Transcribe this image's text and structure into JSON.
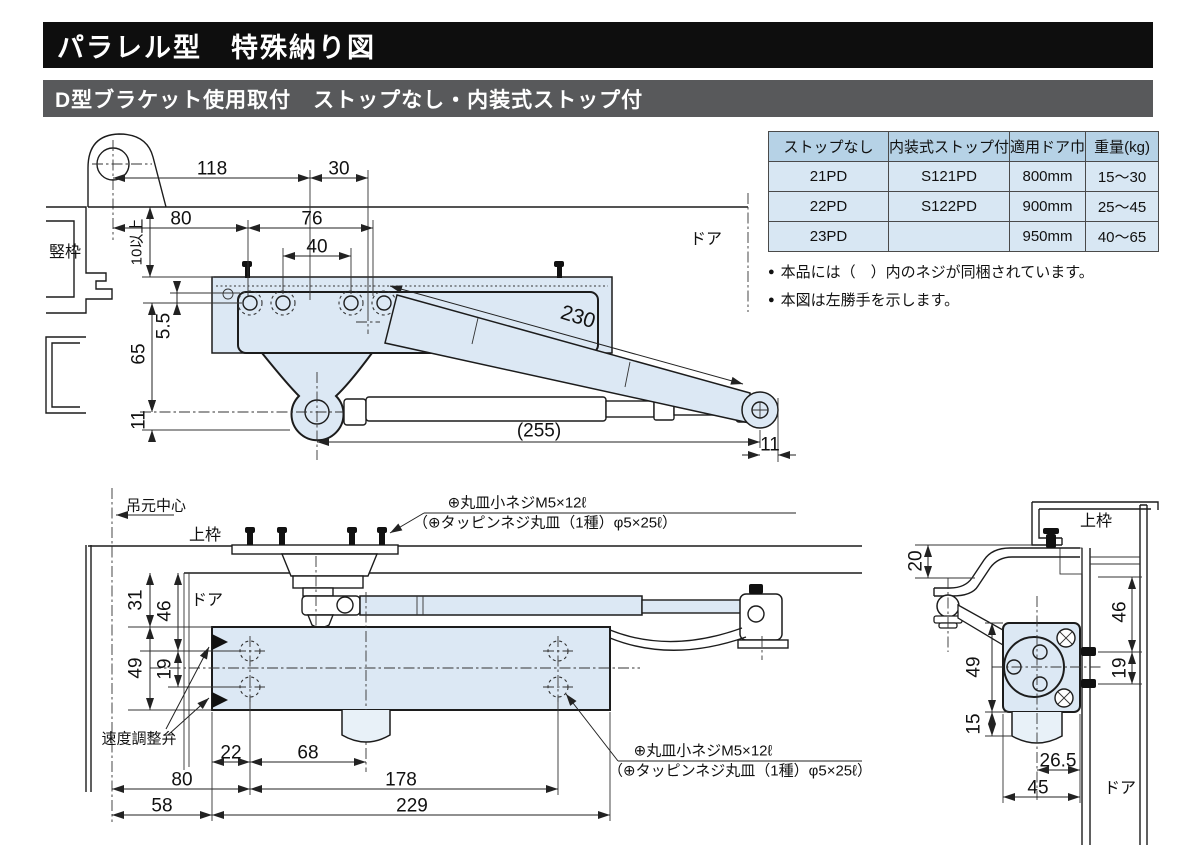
{
  "page": {
    "title": "パラレル型　特殊納り図",
    "subtitle": "D型ブラケット使用取付　ストップなし・内装式ストップ付"
  },
  "spec_table": {
    "headers": [
      "ストップなし",
      "内装式ストップ付",
      "適用ドア巾",
      "重量(kg)"
    ],
    "rows": [
      [
        "21PD",
        "S121PD",
        "800mm",
        "15〜30"
      ],
      [
        "22PD",
        "S122PD",
        "900mm",
        "25〜45"
      ],
      [
        "23PD",
        "",
        "950mm",
        "40〜65"
      ]
    ]
  },
  "notes": [
    "本品には（　）内のネジが同梱されています。",
    "本図は左勝手を示します。"
  ],
  "top_view": {
    "frame_label": "竪枠",
    "door_label": "ドア",
    "dims": {
      "d118": "118",
      "d30": "30",
      "d80": "80",
      "d76": "76",
      "d40": "40",
      "d10min": "10以上",
      "d5_5": "5.5",
      "d65": "65",
      "d11": "11",
      "d230": "230",
      "d255": "(255)",
      "d11b": "11"
    }
  },
  "bottom_view": {
    "hinge_center_label": "吊元中心",
    "top_frame_label": "上枠",
    "door_label": "ドア",
    "valve_label": "速度調整弁",
    "screw_note": {
      "line1": "⊕丸皿小ネジM5×12ℓ",
      "line2": "（⊕タッピンネジ丸皿（1種）φ5×25ℓ）"
    },
    "dims": {
      "d31": "31",
      "d46": "46",
      "d49": "49",
      "d19": "19",
      "d22": "22",
      "d68": "68",
      "d80": "80",
      "d178": "178",
      "d58": "58",
      "d229": "229"
    }
  },
  "side_view": {
    "top_frame_label": "上枠",
    "door_label": "ドア",
    "dims": {
      "d20": "20",
      "d46": "46",
      "d19": "19",
      "d49": "49",
      "d15": "15",
      "d26_5": "26.5",
      "d45": "45"
    }
  },
  "colors": {
    "title_bar_bg": "#0e0e0e",
    "subtitle_bar_bg": "#58595b",
    "closer_fill": "#dce8f4",
    "table_header_bg": "#b6d2e6",
    "table_cell_bg": "#d8e7f3",
    "line": "#1c1c1c"
  }
}
